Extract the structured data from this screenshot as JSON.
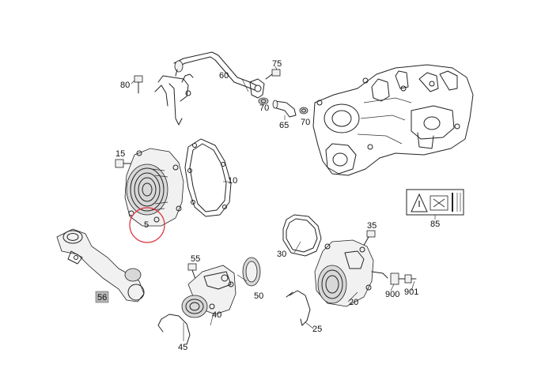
{
  "diagram": {
    "part_numbers": {
      "p80": "80",
      "p60": "60",
      "p75": "75",
      "p70a": "70",
      "p65": "65",
      "p70b": "70",
      "p15": "15",
      "p10": "10",
      "p5": "5",
      "p85": "85",
      "p35": "35",
      "p30": "30",
      "p55": "55",
      "p56": "56",
      "p50": "50",
      "p40": "40",
      "p45": "45",
      "p20": "20",
      "p25": "25",
      "p900": "900",
      "p901": "901"
    },
    "highlight_color": "#e0323c",
    "badge_fill": "#b5b5b5"
  }
}
